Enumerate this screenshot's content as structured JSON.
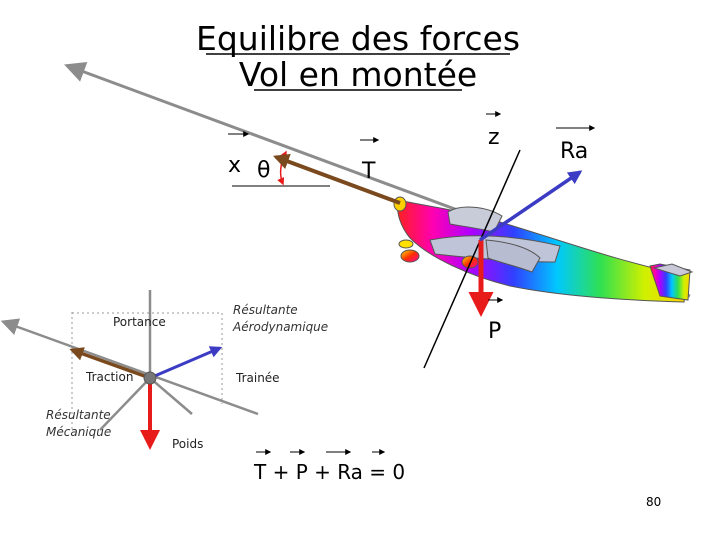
{
  "title": {
    "line1": "Equilibre des forces",
    "line2": "Vol en montée"
  },
  "labels": {
    "x": "x",
    "theta": "θ",
    "T": "T",
    "z": "z",
    "Ra": "Ra",
    "P": "P"
  },
  "small_diagram": {
    "portance": "Portance",
    "resultante_aero_1": "Résultante",
    "resultante_aero_2": "Aérodynamique",
    "traction": "Traction",
    "trainee": "Trainée",
    "resultante_meca_1": "Résultante",
    "resultante_meca_2": "Mécanique",
    "poids": "Poids"
  },
  "equation": "T + P + Ra = 0",
  "page_number": "80",
  "colors": {
    "thrust": "#7a4a1e",
    "weight": "#e81b1b",
    "aero_resultant": "#3b3bc4",
    "axis": "#8c8c8c",
    "dashed": "#999999"
  }
}
